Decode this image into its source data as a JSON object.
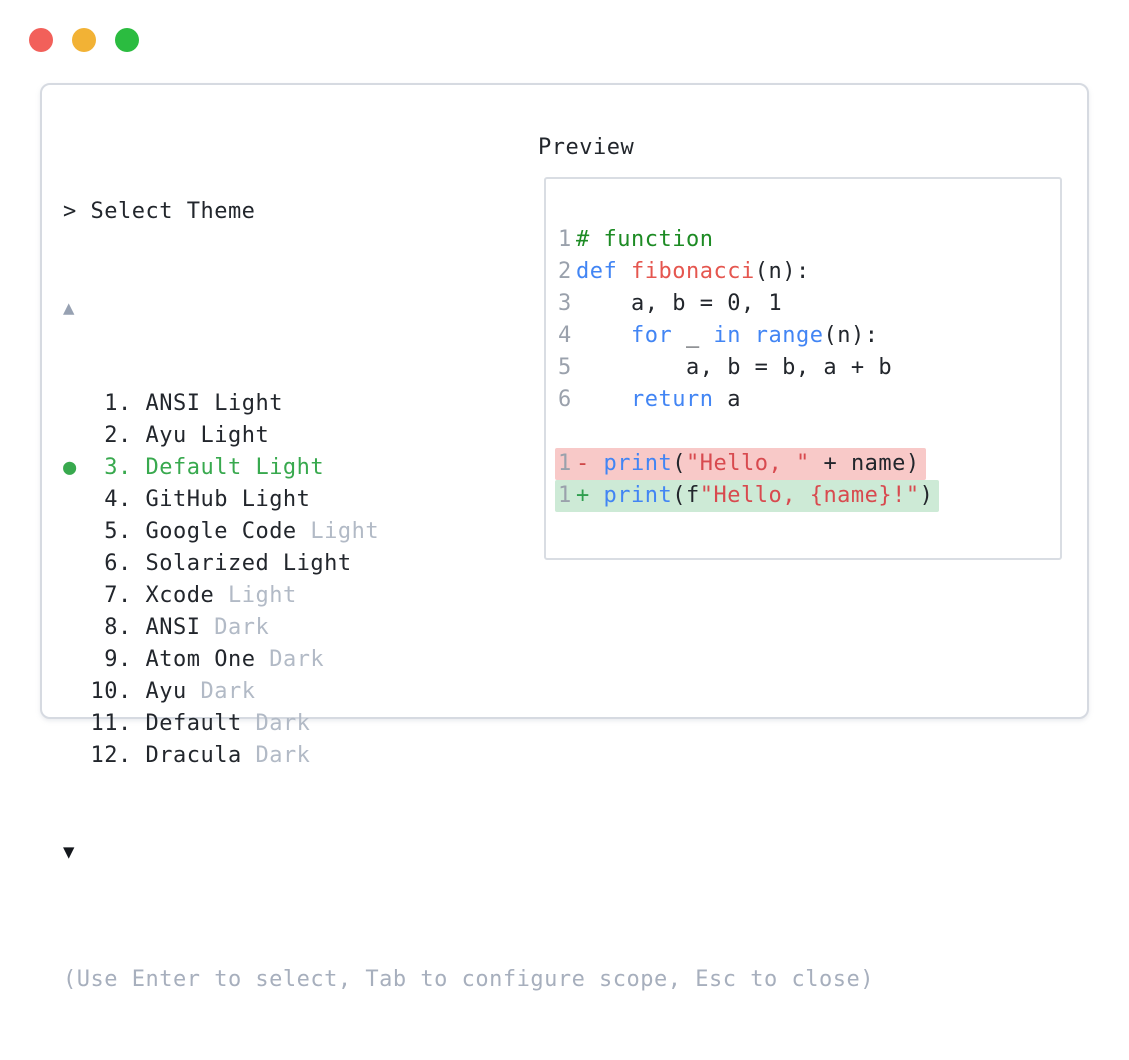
{
  "colors": {
    "traffic_red": "#f2605a",
    "traffic_yellow": "#f2b235",
    "traffic_green": "#2bbc40",
    "text": "#22262c",
    "muted": "#b2bac6",
    "selected": "#38a94e",
    "hint": "#a7afbd",
    "arrow_up": "#97a1b2",
    "arrow_down": "#14171c",
    "ln": "#9aa1ac",
    "comment": "#1d8b24",
    "keyword": "#4285f4",
    "func": "#e5564f",
    "string": "#d84a4f",
    "minus": "#cf4747",
    "plus": "#2f9e4f",
    "bg_removed": "#f8c9c8",
    "bg_added": "#cdead6",
    "window_border": "#d6dae1",
    "preview_border": "#d9dde3"
  },
  "traffic_lights": [
    {
      "name": "close",
      "color_key": "traffic_red"
    },
    {
      "name": "minimize",
      "color_key": "traffic_yellow"
    },
    {
      "name": "maximize",
      "color_key": "traffic_green"
    }
  ],
  "picker": {
    "prompt": "> Select Theme",
    "scroll_up_icon": "▲",
    "scroll_down_icon": "▼",
    "bullet_icon": "●",
    "themes": [
      {
        "number": "1",
        "name": "ANSI Light",
        "muted_suffix": "",
        "selected": false
      },
      {
        "number": "2",
        "name": "Ayu Light",
        "muted_suffix": "",
        "selected": false
      },
      {
        "number": "3",
        "name": "Default Light",
        "muted_suffix": "",
        "selected": true
      },
      {
        "number": "4",
        "name": "GitHub Light",
        "muted_suffix": "",
        "selected": false
      },
      {
        "number": "5",
        "name": "Google Code",
        "muted_suffix": "Light",
        "selected": false
      },
      {
        "number": "6",
        "name": "Solarized Light",
        "muted_suffix": "",
        "selected": false
      },
      {
        "number": "7",
        "name": "Xcode",
        "muted_suffix": "Light",
        "selected": false
      },
      {
        "number": "8",
        "name": "ANSI",
        "muted_suffix": "Dark",
        "selected": false
      },
      {
        "number": "9",
        "name": "Atom One",
        "muted_suffix": "Dark",
        "selected": false
      },
      {
        "number": "10",
        "name": "Ayu",
        "muted_suffix": "Dark",
        "selected": false
      },
      {
        "number": "11",
        "name": "Default",
        "muted_suffix": "Dark",
        "selected": false
      },
      {
        "number": "12",
        "name": "Dracula",
        "muted_suffix": "Dark",
        "selected": false
      }
    ],
    "hint": "(Use Enter to select, Tab to configure scope, Esc to close)"
  },
  "preview": {
    "label": "Preview",
    "code_lines": [
      {
        "num": "1",
        "diff": "",
        "tokens": [
          [
            "comment",
            "# function"
          ]
        ]
      },
      {
        "num": "2",
        "diff": "",
        "tokens": [
          [
            "keyword",
            "def"
          ],
          [
            "plain",
            " "
          ],
          [
            "func",
            "fibonacci"
          ],
          [
            "plain",
            "(n):"
          ]
        ]
      },
      {
        "num": "3",
        "diff": "",
        "tokens": [
          [
            "plain",
            "    a, b = 0, 1"
          ]
        ]
      },
      {
        "num": "4",
        "diff": "",
        "tokens": [
          [
            "plain",
            "    "
          ],
          [
            "keyword",
            "for"
          ],
          [
            "plain",
            " _ "
          ],
          [
            "keyword",
            "in"
          ],
          [
            "plain",
            " "
          ],
          [
            "keyword",
            "range"
          ],
          [
            "plain",
            "(n):"
          ]
        ]
      },
      {
        "num": "5",
        "diff": "",
        "tokens": [
          [
            "plain",
            "        a, b = b, a + b"
          ]
        ]
      },
      {
        "num": "6",
        "diff": "",
        "tokens": [
          [
            "plain",
            "    "
          ],
          [
            "keyword",
            "return"
          ],
          [
            "plain",
            " a"
          ]
        ]
      },
      {
        "num": "",
        "diff": "",
        "tokens": []
      },
      {
        "num": "1",
        "diff": "removed",
        "tokens": [
          [
            "minus",
            "-"
          ],
          [
            "plain",
            " "
          ],
          [
            "keyword",
            "print"
          ],
          [
            "plain",
            "("
          ],
          [
            "string",
            "\"Hello, \""
          ],
          [
            "plain",
            " + name)"
          ]
        ]
      },
      {
        "num": "1",
        "diff": "added",
        "tokens": [
          [
            "plus",
            "+"
          ],
          [
            "plain",
            " "
          ],
          [
            "keyword",
            "print"
          ],
          [
            "plain",
            "(f"
          ],
          [
            "string",
            "\"Hello, {name}!\""
          ],
          [
            "plain",
            ")"
          ]
        ]
      }
    ]
  }
}
